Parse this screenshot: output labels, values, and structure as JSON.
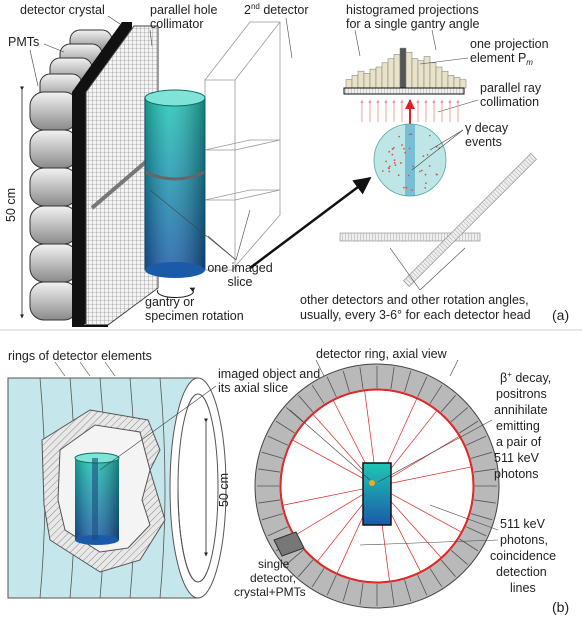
{
  "panel_a": {
    "label": "(a)",
    "detector_crystal": "detector crystal",
    "pmts": "PMTs",
    "parallel_hole_collimator": [
      "parallel hole",
      "collimator"
    ],
    "second_detector": [
      "2",
      "nd",
      " detector"
    ],
    "histogram_title": [
      "histogramed projections",
      "for a single gantry angle"
    ],
    "projection_element": [
      "one projection",
      "element P",
      "m"
    ],
    "parallel_ray": [
      "parallel ray",
      "collimation"
    ],
    "gamma_decay": [
      "γ decay",
      "events"
    ],
    "size": "50 cm",
    "one_imaged_slice": [
      "one imaged",
      "slice"
    ],
    "gantry_rotation": [
      "gantry or",
      "specimen rotation"
    ],
    "other_detectors": [
      "other detectors and other rotation angles,",
      "usually, every 3-6° for each detector head"
    ],
    "histogram_values": [
      4,
      6,
      8,
      7,
      9,
      10,
      12,
      14,
      16,
      19,
      17,
      14,
      13,
      15,
      12,
      10,
      8,
      6,
      5,
      4
    ]
  },
  "panel_b": {
    "label": "(b)",
    "rings_label": "rings of detector elements",
    "imaged_object": [
      "imaged object and",
      "its axial slice"
    ],
    "size": "50 cm",
    "single_detector": [
      "single",
      "detector,",
      "crystal+PMTs"
    ],
    "detector_ring": "detector ring, axial view",
    "beta_decay": [
      "β",
      "+",
      " decay,",
      "positrons",
      "annihilate",
      "emitting",
      "a pair of",
      "511 keV",
      "photons"
    ],
    "photons": [
      "511 keV",
      "photons,",
      "coincidence",
      "detection",
      "lines"
    ]
  },
  "colors": {
    "cylinder_top": "#1fc7b5",
    "cylinder_bottom": "#1a5aa8",
    "ring_fill": "#c5e6ea",
    "ring_line": "#555555",
    "coincidence_line": "#e02020",
    "ring_gray": "#b9b9b9"
  }
}
